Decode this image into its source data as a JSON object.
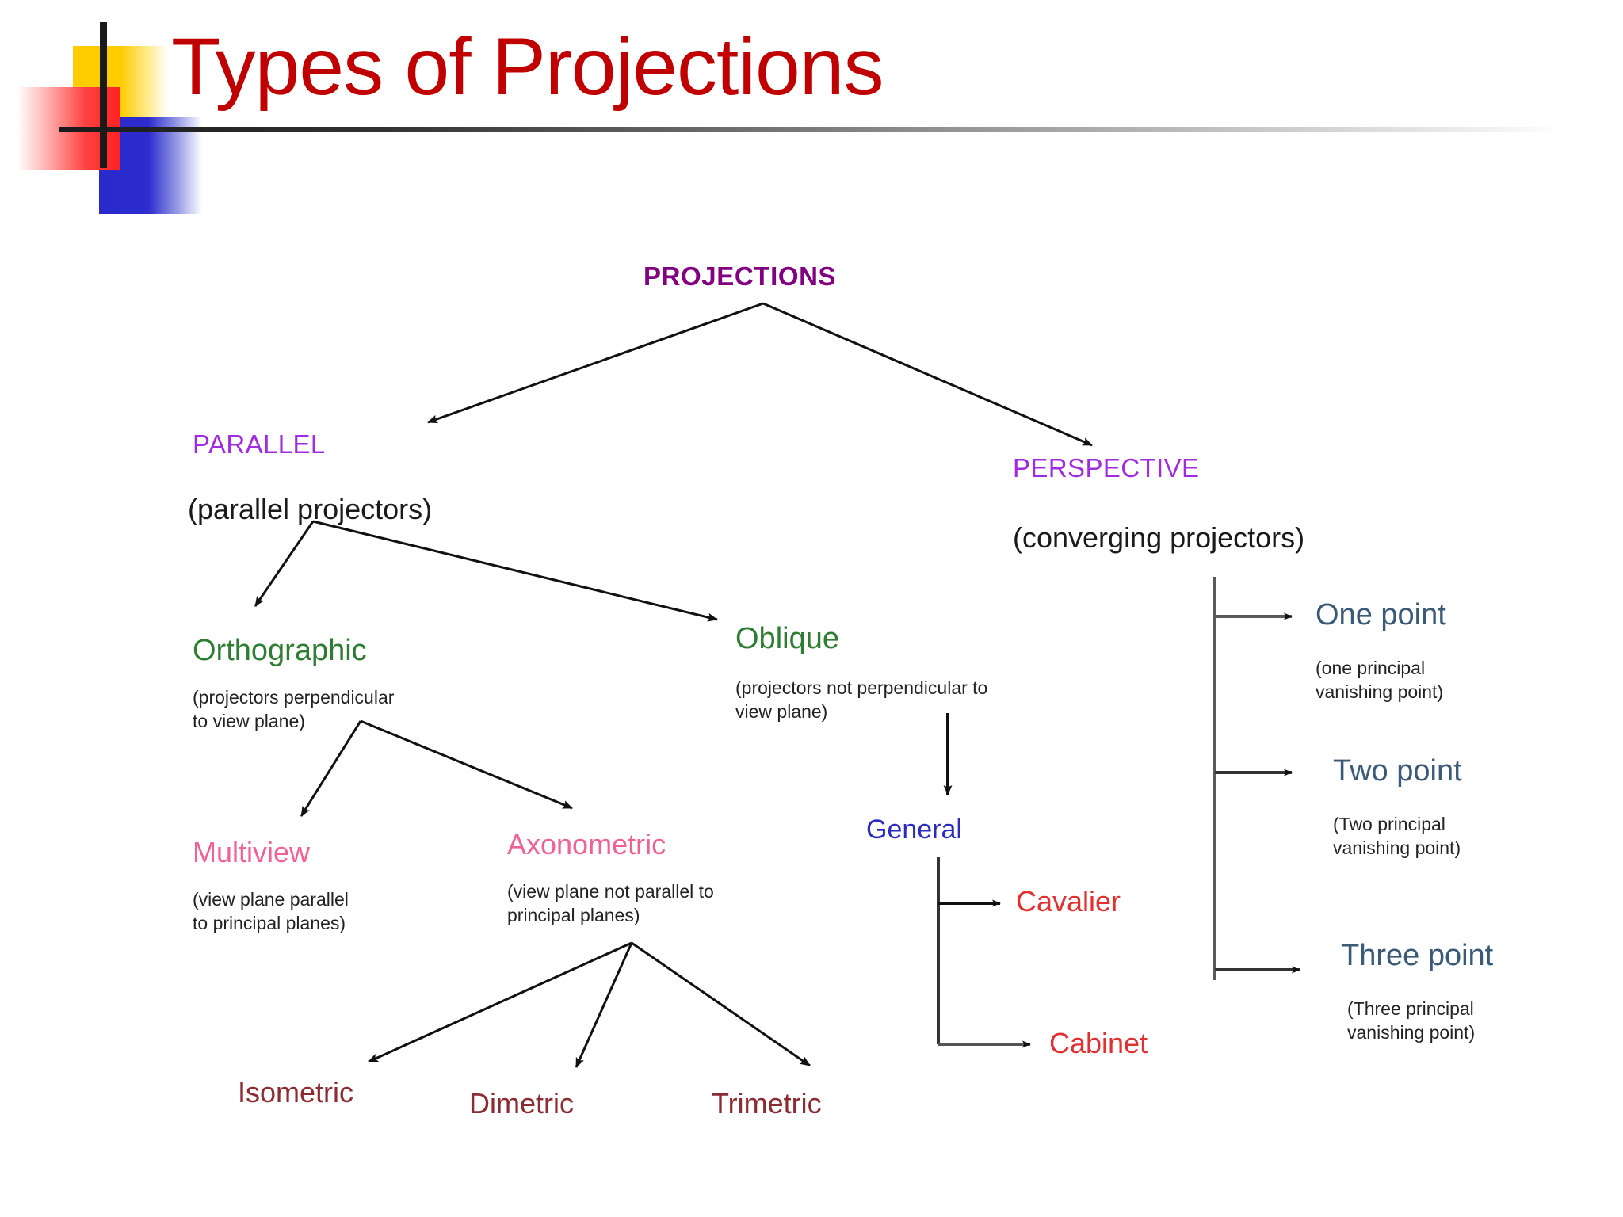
{
  "slide": {
    "title": "Types of Projections",
    "title_color": "#C00000",
    "background": "#FFFFFF",
    "decoration": {
      "yellow": "#FFCC00",
      "blue": "#2A2ACC",
      "red": "#FF2222",
      "rule": "#1A1A1A"
    }
  },
  "diagram": {
    "type": "tree",
    "root": {
      "label": "PROJECTIONS",
      "color": "#800080"
    },
    "branches": {
      "parallel": {
        "label": "PARALLEL",
        "color": "#A02BE0",
        "note": "(parallel projectors)"
      },
      "perspective": {
        "label": "PERSPECTIVE",
        "color": "#A02BE0",
        "note": "(converging projectors)"
      }
    },
    "orthographic": {
      "label": "Orthographic",
      "color": "#2E7D32",
      "note_line1": "(projectors perpendicular",
      "note_line2": "to view plane)"
    },
    "oblique": {
      "label": "Oblique",
      "color": "#2E7D32",
      "note_line1": "(projectors not perpendicular to",
      "note_line2": "view plane)"
    },
    "multiview": {
      "label": "Multiview",
      "color": "#F06292",
      "note_line1": "(view plane parallel",
      "note_line2": "to principal planes)"
    },
    "axonometric": {
      "label": "Axonometric",
      "color": "#F06292",
      "note_line1": "(view plane not parallel to",
      "note_line2": "principal planes)"
    },
    "axonometric_children": {
      "isometric": "Isometric",
      "dimetric": "Dimetric",
      "trimetric": "Trimetric",
      "color": "#8B2B32"
    },
    "general": {
      "label": "General",
      "color": "#2B2BC0"
    },
    "general_children": {
      "cavalier": "Cavalier",
      "cabinet": "Cabinet",
      "color": "#E03030"
    },
    "perspective_children": {
      "color": "#3A5A78",
      "items": [
        {
          "label": "One point",
          "note_line1": "(one principal",
          "note_line2": "vanishing point)"
        },
        {
          "label": "Two point",
          "note_line1": "(Two principal",
          "note_line2": "vanishing point)"
        },
        {
          "label": "Three point",
          "note_line1": "(Three principal",
          "note_line2": "vanishing point)"
        }
      ]
    }
  }
}
